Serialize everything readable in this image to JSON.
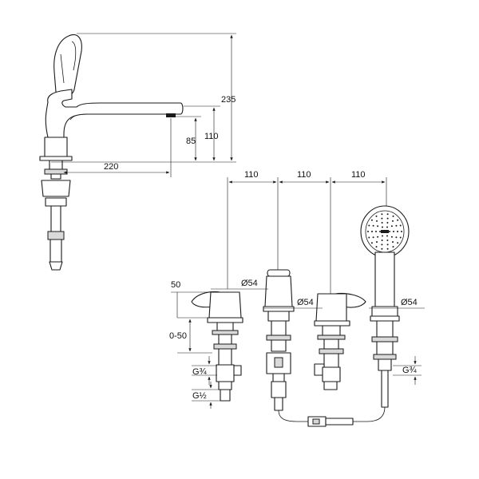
{
  "labels": {
    "dim_235": "235",
    "dim_110_side": "110",
    "dim_85": "85",
    "dim_220": "220",
    "dim_110_a": "110",
    "dim_110_b": "110",
    "dim_110_c": "110",
    "dim_50": "50",
    "dim_0_50": "0-50",
    "dim_g34_left": "G¾",
    "dim_g12": "G½",
    "dim_d54_1": "Ø54",
    "dim_d54_2": "Ø54",
    "dim_d54_3": "Ø54",
    "dim_g34_right": "G¾"
  },
  "colors": {
    "line": "#1a1a1a",
    "background": "#ffffff",
    "shade": "#d9d9d9"
  }
}
